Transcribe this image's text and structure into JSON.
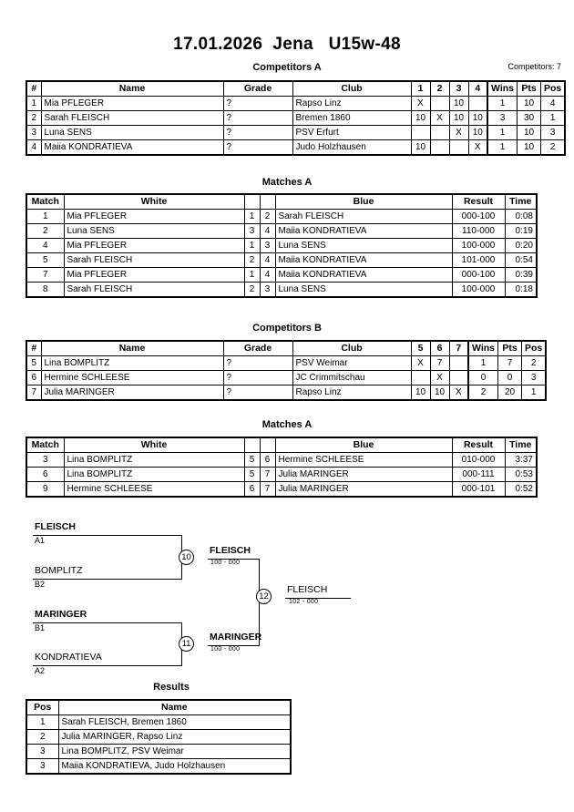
{
  "header": {
    "title": "17.01.2026  Jena   U15w-48",
    "competitors_count_label": "Competitors: 7"
  },
  "pool_a": {
    "heading": "Competitors A",
    "columns": [
      "#",
      "Name",
      "Grade",
      "Club",
      "1",
      "2",
      "3",
      "4",
      "Wins",
      "Pts",
      "Pos"
    ],
    "rows": [
      {
        "num": "1",
        "name": "Mia PFLEGER",
        "grade": "?",
        "club": "Rapso Linz",
        "v1": "X",
        "v2": "",
        "v3": "10",
        "v4": "",
        "wins": "1",
        "pts": "10",
        "pos": "4"
      },
      {
        "num": "2",
        "name": "Sarah FLEISCH",
        "grade": "?",
        "club": "Bremen 1860",
        "v1": "10",
        "v2": "X",
        "v3": "10",
        "v4": "10",
        "wins": "3",
        "pts": "30",
        "pos": "1"
      },
      {
        "num": "3",
        "name": "Luna SENS",
        "grade": "?",
        "club": "PSV Erfurt",
        "v1": "",
        "v2": "",
        "v3": "X",
        "v4": "10",
        "wins": "1",
        "pts": "10",
        "pos": "3"
      },
      {
        "num": "4",
        "name": "Maiia KONDRATIEVA",
        "grade": "?",
        "club": "Judo Holzhausen",
        "v1": "10",
        "v2": "",
        "v3": "",
        "v4": "X",
        "wins": "1",
        "pts": "10",
        "pos": "2"
      }
    ]
  },
  "matches_a": {
    "heading": "Matches A",
    "columns": [
      "Match",
      "White",
      "",
      "",
      "Blue",
      "Result",
      "Time"
    ],
    "rows": [
      {
        "match": "1",
        "white": "Mia PFLEGER",
        "white_bold": false,
        "wn": "1",
        "bn": "2",
        "blue": "Sarah FLEISCH",
        "blue_bold": true,
        "result": "000-100",
        "time": "0:08"
      },
      {
        "match": "2",
        "white": "Luna SENS",
        "white_bold": true,
        "wn": "3",
        "bn": "4",
        "blue": "Maiia KONDRATIEVA",
        "blue_bold": false,
        "result": "110-000",
        "time": "0:19"
      },
      {
        "match": "4",
        "white": "Mia PFLEGER",
        "white_bold": true,
        "wn": "1",
        "bn": "3",
        "blue": "Luna SENS",
        "blue_bold": false,
        "result": "100-000",
        "time": "0:20"
      },
      {
        "match": "5",
        "white": "Sarah FLEISCH",
        "white_bold": true,
        "wn": "2",
        "bn": "4",
        "blue": "Maiia KONDRATIEVA",
        "blue_bold": false,
        "result": "101-000",
        "time": "0:54"
      },
      {
        "match": "7",
        "white": "Mia PFLEGER",
        "white_bold": false,
        "wn": "1",
        "bn": "4",
        "blue": "Maiia KONDRATIEVA",
        "blue_bold": true,
        "result": "000-100",
        "time": "0:39"
      },
      {
        "match": "8",
        "white": "Sarah FLEISCH",
        "white_bold": true,
        "wn": "2",
        "bn": "3",
        "blue": "Luna SENS",
        "blue_bold": false,
        "result": "100-000",
        "time": "0:18"
      }
    ]
  },
  "pool_b": {
    "heading": "Competitors B",
    "columns": [
      "#",
      "Name",
      "Grade",
      "Club",
      "5",
      "6",
      "7",
      "Wins",
      "Pts",
      "Pos"
    ],
    "rows": [
      {
        "num": "5",
        "name": "Lina BOMPLITZ",
        "grade": "?",
        "club": "PSV Weimar",
        "v5": "X",
        "v6": "7",
        "v7": "",
        "wins": "1",
        "pts": "7",
        "pos": "2"
      },
      {
        "num": "6",
        "name": "Hermine SCHLEESE",
        "grade": "?",
        "club": "JC Crimmitschau",
        "v5": "",
        "v6": "X",
        "v7": "",
        "wins": "0",
        "pts": "0",
        "pos": "3"
      },
      {
        "num": "7",
        "name": "Julia MARINGER",
        "grade": "?",
        "club": "Rapso Linz",
        "v5": "10",
        "v6": "10",
        "v7": "X",
        "wins": "2",
        "pts": "20",
        "pos": "1"
      }
    ]
  },
  "matches_b": {
    "heading": "Matches A",
    "columns": [
      "Match",
      "White",
      "",
      "",
      "Blue",
      "Result",
      "Time"
    ],
    "rows": [
      {
        "match": "3",
        "white": "Lina BOMPLITZ",
        "white_bold": true,
        "wn": "5",
        "bn": "6",
        "blue": "Hermine SCHLEESE",
        "blue_bold": false,
        "result": "010-000",
        "time": "3:37"
      },
      {
        "match": "6",
        "white": "Lina BOMPLITZ",
        "white_bold": false,
        "wn": "5",
        "bn": "7",
        "blue": "Julia MARINGER",
        "blue_bold": true,
        "result": "000-111",
        "time": "0:53"
      },
      {
        "match": "9",
        "white": "Hermine SCHLEESE",
        "white_bold": false,
        "wn": "6",
        "bn": "7",
        "blue": "Julia MARINGER",
        "blue_bold": true,
        "result": "000-101",
        "time": "0:52"
      }
    ]
  },
  "bracket": {
    "seeds": [
      {
        "name": "FLEISCH",
        "code": "A1",
        "bold": true
      },
      {
        "name": "BOMPLITZ",
        "code": "B2",
        "bold": false
      },
      {
        "name": "MARINGER",
        "code": "B1",
        "bold": true
      },
      {
        "name": "KONDRATIEVA",
        "code": "A2",
        "bold": false
      }
    ],
    "nodes": [
      {
        "number": "10",
        "winner": "FLEISCH",
        "score": "100 - 000",
        "bold": true
      },
      {
        "number": "11",
        "winner": "MARINGER",
        "score": "100 - 000",
        "bold": true
      },
      {
        "number": "12",
        "winner": "FLEISCH",
        "score": "102 - 000",
        "bold": false
      }
    ]
  },
  "results": {
    "heading": "Results",
    "columns": [
      "Pos",
      "Name"
    ],
    "rows": [
      {
        "pos": "1",
        "name": "Sarah FLEISCH, Bremen 1860"
      },
      {
        "pos": "2",
        "name": "Julia MARINGER, Rapso Linz"
      },
      {
        "pos": "3",
        "name": "Lina BOMPLITZ, PSV Weimar"
      },
      {
        "pos": "3",
        "name": "Maiia KONDRATIEVA, Judo Holzhausen"
      }
    ]
  }
}
